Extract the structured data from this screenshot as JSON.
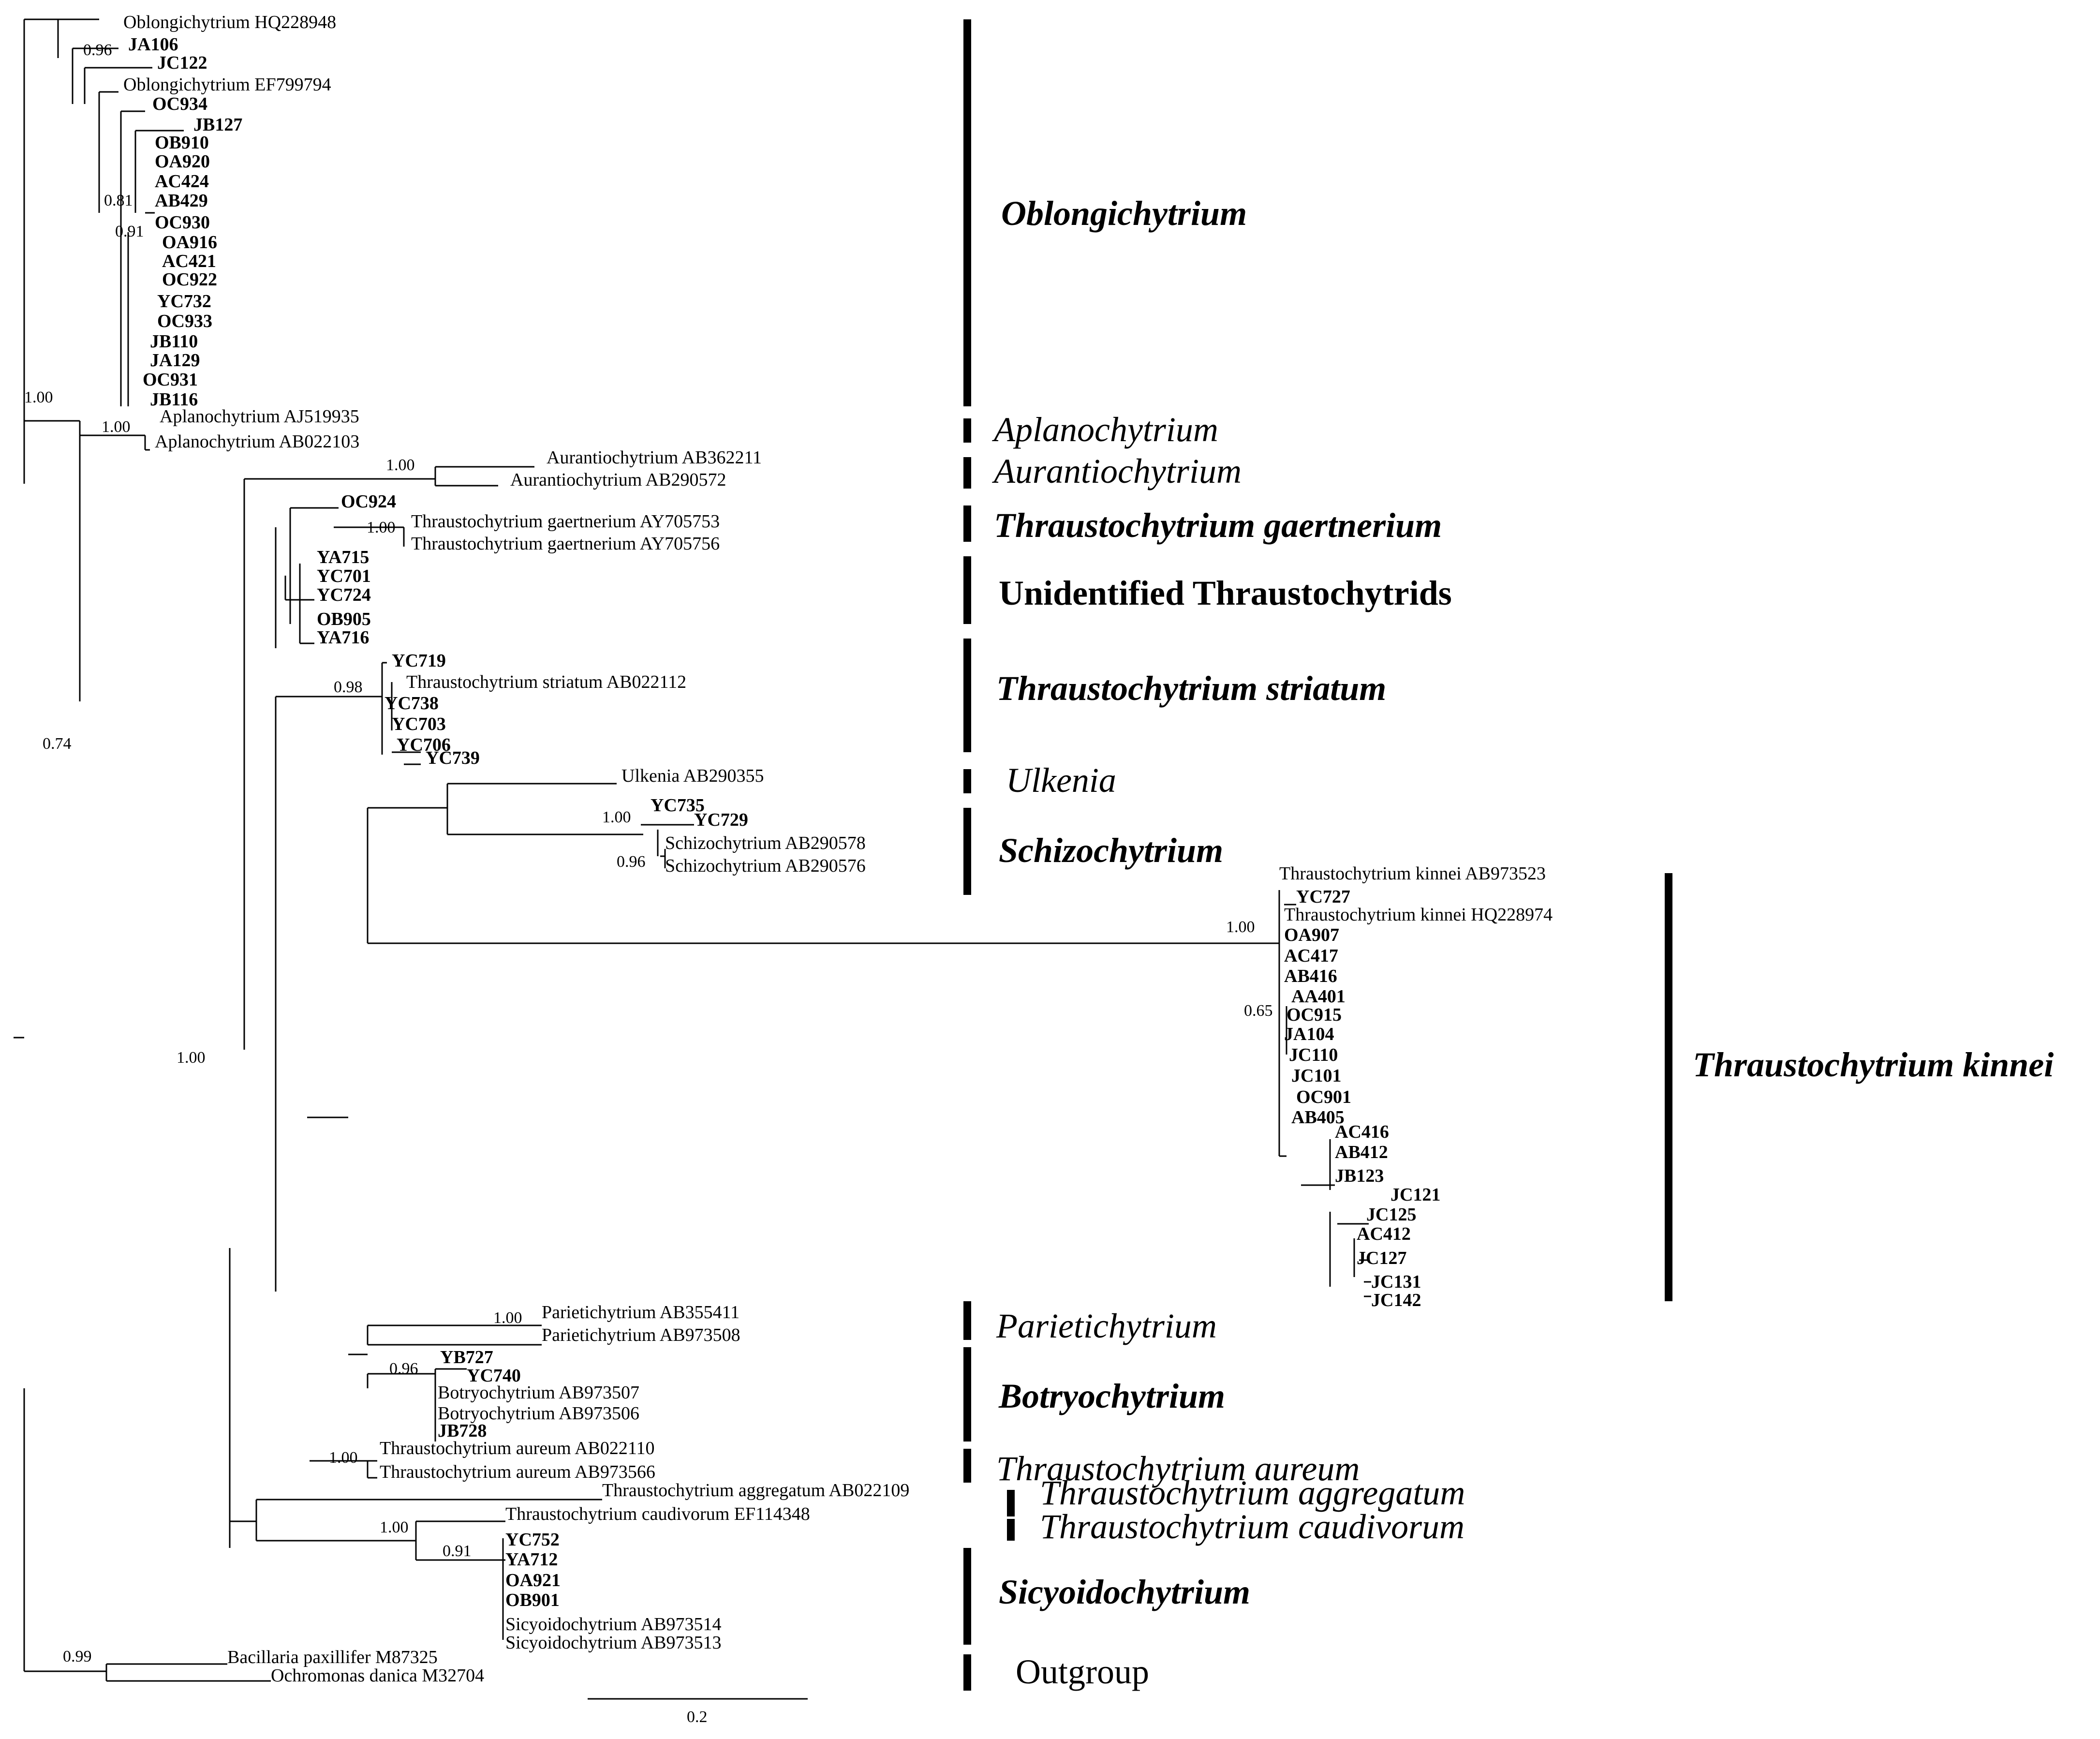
{
  "figure": {
    "scale_bar": {
      "label": "0.2"
    }
  },
  "clades": [
    {
      "id": "oblongichytrium",
      "label": "Oblongichytrium",
      "style": "bi"
    },
    {
      "id": "aplanochytrium",
      "label": "Aplanochytrium",
      "style": "i"
    },
    {
      "id": "aurantiochytrium",
      "label": "Aurantiochytrium",
      "style": "i"
    },
    {
      "id": "thraustochytrium-gaertnerium",
      "label": "Thraustochytrium gaertnerium",
      "style": "bi"
    },
    {
      "id": "unidentified",
      "label": "Unidentified Thraustochytrids",
      "style": "b"
    },
    {
      "id": "thraustochytrium-striatum",
      "label": "Thraustochytrium striatum",
      "style": "bi"
    },
    {
      "id": "ulkenia",
      "label": "Ulkenia",
      "style": "i"
    },
    {
      "id": "schizochytrium",
      "label": "Schizochytrium",
      "style": "bi"
    },
    {
      "id": "thraustochytrium-kinnei",
      "label": "Thraustochytrium kinnei",
      "style": "bi"
    },
    {
      "id": "parietichytrium",
      "label": "Parietichytrium",
      "style": "i"
    },
    {
      "id": "botryochytrium",
      "label": "Botryochytrium",
      "style": "bi"
    },
    {
      "id": "thraustochytrium-aureum",
      "label": "Thraustochytrium aureum",
      "style": "i"
    },
    {
      "id": "thraustochytrium-aggregatum",
      "label": "Thraustochytrium aggregatum",
      "style": "i"
    },
    {
      "id": "thraustochytrium-caudivorum",
      "label": "Thraustochytrium caudivorum",
      "style": "i"
    },
    {
      "id": "sicyoidochytrium",
      "label": "Sicyoidochytrium",
      "style": "bi"
    },
    {
      "id": "outgroup",
      "label": "Outgroup",
      "style": "n"
    }
  ],
  "taxa": [
    {
      "label": "Oblongichytrium HQ228948",
      "bold": false
    },
    {
      "label": "JA106",
      "bold": true
    },
    {
      "label": "JC122",
      "bold": true
    },
    {
      "label": "Oblongichytrium EF799794",
      "bold": false
    },
    {
      "label": "OC934",
      "bold": true
    },
    {
      "label": "JB127",
      "bold": true
    },
    {
      "label": "OB910",
      "bold": true
    },
    {
      "label": "OA920",
      "bold": true
    },
    {
      "label": "AC424",
      "bold": true
    },
    {
      "label": "AB429",
      "bold": true
    },
    {
      "label": "OC930",
      "bold": true
    },
    {
      "label": "OA916",
      "bold": true
    },
    {
      "label": "AC421",
      "bold": true
    },
    {
      "label": "OC922",
      "bold": true
    },
    {
      "label": "YC732",
      "bold": true
    },
    {
      "label": "OC933",
      "bold": true
    },
    {
      "label": "JB110",
      "bold": true
    },
    {
      "label": "JA129",
      "bold": true
    },
    {
      "label": "OC931",
      "bold": true
    },
    {
      "label": "JB116",
      "bold": true
    },
    {
      "label": "Aplanochytrium AJ519935",
      "bold": false
    },
    {
      "label": "Aplanochytrium AB022103",
      "bold": false
    },
    {
      "label": "Aurantiochytrium AB362211",
      "bold": false
    },
    {
      "label": "Aurantiochytrium AB290572",
      "bold": false
    },
    {
      "label": "OC924",
      "bold": true
    },
    {
      "label": "Thraustochytrium gaertnerium AY705753",
      "bold": false
    },
    {
      "label": "Thraustochytrium gaertnerium AY705756",
      "bold": false
    },
    {
      "label": "YA715",
      "bold": true
    },
    {
      "label": "YC701",
      "bold": true
    },
    {
      "label": "YC724",
      "bold": true
    },
    {
      "label": "OB905",
      "bold": true
    },
    {
      "label": "YA716",
      "bold": true
    },
    {
      "label": "YC719",
      "bold": true
    },
    {
      "label": "Thraustochytrium striatum AB022112",
      "bold": false
    },
    {
      "label": "YC738",
      "bold": true
    },
    {
      "label": "YC703",
      "bold": true
    },
    {
      "label": "YC706",
      "bold": true
    },
    {
      "label": "YC739",
      "bold": true
    },
    {
      "label": "Ulkenia AB290355",
      "bold": false
    },
    {
      "label": "YC735",
      "bold": true
    },
    {
      "label": "YC729",
      "bold": true
    },
    {
      "label": "Schizochytrium AB290578",
      "bold": false
    },
    {
      "label": "Schizochytrium AB290576",
      "bold": false
    },
    {
      "label": "Thraustochytrium kinnei AB973523",
      "bold": false
    },
    {
      "label": "YC727",
      "bold": true
    },
    {
      "label": "Thraustochytrium kinnei HQ228974",
      "bold": false
    },
    {
      "label": "OA907",
      "bold": true
    },
    {
      "label": "AC417",
      "bold": true
    },
    {
      "label": "AB416",
      "bold": true
    },
    {
      "label": "AA401",
      "bold": true
    },
    {
      "label": "OC915",
      "bold": true
    },
    {
      "label": "JA104",
      "bold": true
    },
    {
      "label": "JC110",
      "bold": true
    },
    {
      "label": "JC101",
      "bold": true
    },
    {
      "label": "OC901",
      "bold": true
    },
    {
      "label": "AB405",
      "bold": true
    },
    {
      "label": "AC416",
      "bold": true
    },
    {
      "label": "AB412",
      "bold": true
    },
    {
      "label": "JB123",
      "bold": true
    },
    {
      "label": "JC121",
      "bold": true
    },
    {
      "label": "JC125",
      "bold": true
    },
    {
      "label": "AC412",
      "bold": true
    },
    {
      "label": "JC127",
      "bold": true
    },
    {
      "label": "JC131",
      "bold": true
    },
    {
      "label": "JC142",
      "bold": true
    },
    {
      "label": "Parietichytrium AB355411",
      "bold": false
    },
    {
      "label": "Parietichytrium AB973508",
      "bold": false
    },
    {
      "label": "YB727",
      "bold": true
    },
    {
      "label": "YC740",
      "bold": true
    },
    {
      "label": "Botryochytrium AB973507",
      "bold": false
    },
    {
      "label": "Botryochytrium AB973506",
      "bold": false
    },
    {
      "label": "JB728",
      "bold": true
    },
    {
      "label": "Thraustochytrium aureum AB022110",
      "bold": false
    },
    {
      "label": "Thraustochytrium aureum AB973566",
      "bold": false
    },
    {
      "label": "Thraustochytrium aggregatum AB022109",
      "bold": false
    },
    {
      "label": "Thraustochytrium caudivorum EF114348",
      "bold": false
    },
    {
      "label": "YC752",
      "bold": true
    },
    {
      "label": "YA712",
      "bold": true
    },
    {
      "label": "OA921",
      "bold": true
    },
    {
      "label": "OB901",
      "bold": true
    },
    {
      "label": "Sicyoidochytrium AB973514",
      "bold": false
    },
    {
      "label": "Sicyoidochytrium AB973513",
      "bold": false
    },
    {
      "label": "Bacillaria paxillifer M87325",
      "bold": false
    },
    {
      "label": "Ochromonas danica M32704",
      "bold": false
    }
  ],
  "supports": [
    "0.96",
    "0.81",
    "0.91",
    "1.00",
    "1.00",
    "1.00",
    "1.00",
    "0.74",
    "1.00",
    "0.98",
    "1.00",
    "0.96",
    "1.00",
    "0.65",
    "1.00",
    "0.96",
    "1.00",
    "1.00",
    "0.91",
    "0.99"
  ]
}
